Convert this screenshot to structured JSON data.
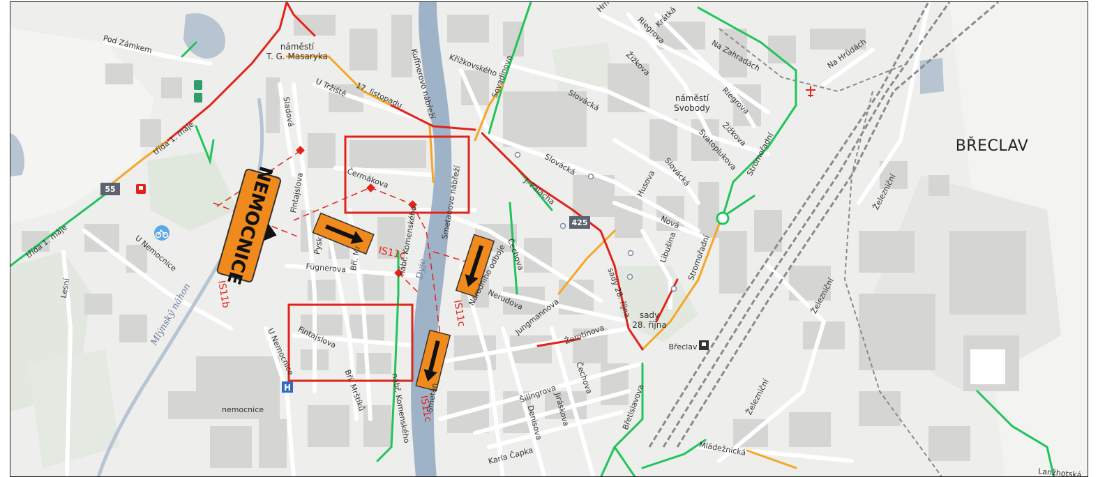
{
  "map": {
    "city_label": "BŘECLAV",
    "river_labels": [
      "Dyje",
      "Mlýnský náhon"
    ],
    "place_labels": {
      "namesti_tgm_line1": "náměstí",
      "namesti_tgm_line2": "T. G. Masaryka",
      "namesti_svobody_line1": "náměstí",
      "namesti_svobody_line2": "Svobody",
      "sady_line1": "sady",
      "sady_line2": "28. října",
      "station": "Břeclav",
      "hospital_area": "nemocnice"
    },
    "street_labels": {
      "pod_zamkem": "Pod Zámkem",
      "trida_1_maje_a": "třída 1. máje",
      "trida_1_maje_b": "třída 1. máje",
      "u_nemocnice_a": "U Nemocnice",
      "u_nemocnice_b": "U Nemocnice",
      "lesni": "Lesní",
      "u_trziste": "U Tržiště",
      "sladova": "Sladová",
      "fintajslova_a": "Fintajslova",
      "fintajslova_b": "Fintajslova",
      "pysk": "Pysk",
      "bri_mr": "Bří. Mr",
      "bri_mrstiku": "Bří. Mrštíků",
      "fugnerova": "Fügnerova",
      "cermakova": "Čermákova",
      "sedmnacteho_listopadu": "17. listopadu",
      "kuffnerovo": "Kuffnerovo nábřeží",
      "nabr_komenskeho_a": "nábř. Komenského",
      "nabr_komenskeho_b": "nábř. Komenského",
      "smetanovo": "Smetanovo nábřeží",
      "smetan": "Smetan",
      "krizkovskeho": "Křižkovského",
      "sovadinova": "Sovadinova",
      "slovacka_a": "Slovácká",
      "slovacka_b": "Slovácká",
      "slovacka_c": "Slovácká",
      "j_palacha": "J. Palacha",
      "cechova_a": "Čechova",
      "cechova_b": "Čechova",
      "narodniho_odboje": "Národního odboje",
      "nerudova": "Nerudova",
      "jungmannova": "Jungmannova",
      "zerotinova": "Žerotínova",
      "silingrova": "Šilingrova",
      "jiraskova": "Jiráskova",
      "denisova": "Denisova",
      "karla_capka": "Karla Čapka",
      "sady_28_rijna": "sady 28. října",
      "bretislavova": "Břetislavova",
      "husova": "Husova",
      "nova": "Nová",
      "libusina": "Libušina",
      "stromoradni_a": "Stromořadní",
      "stromoradni_b": "Stromořadní",
      "svatoplukova": "Svatoplukova",
      "zizkova_a": "Žižkova",
      "zizkova_b": "Žižkova",
      "riegrova_a": "Riegrova",
      "riegrova_b": "Riegrova",
      "kratka": "Krátká",
      "hrn": "Hrn",
      "na_zahradach": "Na Zahradách",
      "na_hrudach": "Na Hrůdách",
      "zeleznicni_a": "Železniční",
      "zeleznicni_b": "Železniční",
      "zeleznicni_c": "Železniční",
      "mladeznicka": "Mládežnická",
      "lanzhotska": "Lanžhotská"
    },
    "route_shields": [
      "55",
      "425"
    ],
    "detour_labels": [
      "IS11c",
      "IS11b",
      "IS11c",
      "IS11c"
    ],
    "sign_text": "NEMOCNICE",
    "hospital_marker": "H",
    "colors": {
      "traffic_red": "#e2231a",
      "traffic_orange": "#f5a623",
      "traffic_green": "#1fc45a",
      "sign_orange": "#f08a1c",
      "river": "#9fb3c8",
      "shield": "#5a6470"
    }
  }
}
